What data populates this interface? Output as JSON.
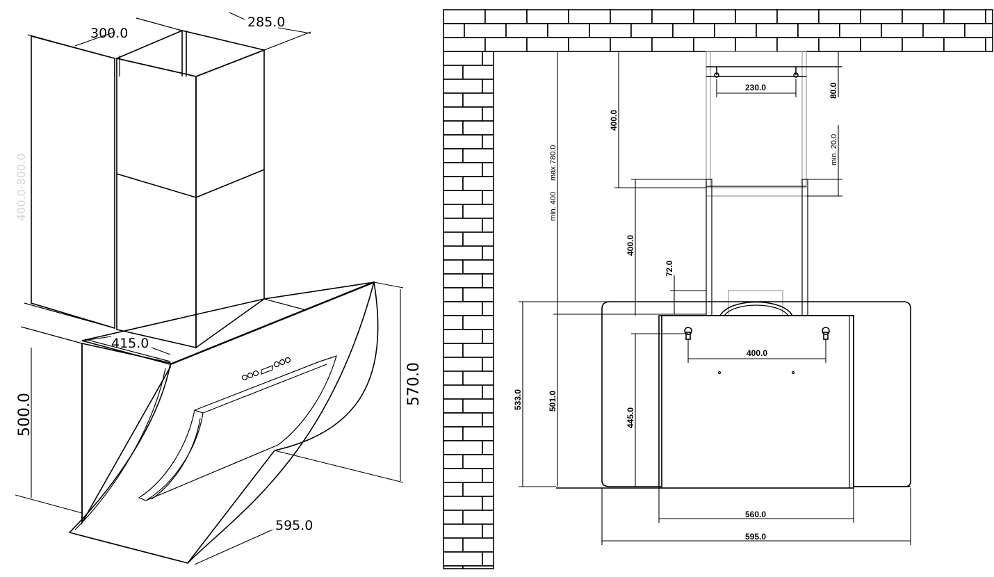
{
  "iso_view": {
    "dim_width_top": "300.0",
    "dim_depth_top": "285.0",
    "dim_chimney_range": "400.0-800.0",
    "dim_inner_depth": "415.0",
    "dim_wall_height": "500.0",
    "dim_hood_height": "570.0",
    "dim_hood_width": "595.0"
  },
  "front_view": {
    "dim_bracket_spacing": "230.0",
    "dim_bracket_height": "80.0",
    "dim_upper_chimney": "400.0",
    "dim_lower_chimney": "400.0",
    "dim_max_780": "max.780.0",
    "dim_min_400": "min. 400",
    "dim_min_20": "min. 20.0",
    "dim_72": "72.0",
    "dim_keyhole_spacing": "400.0",
    "dim_533": "533.0",
    "dim_501": "501.0",
    "dim_445": "445.0",
    "dim_inner_width": "560.0",
    "dim_total_width": "595.0"
  }
}
